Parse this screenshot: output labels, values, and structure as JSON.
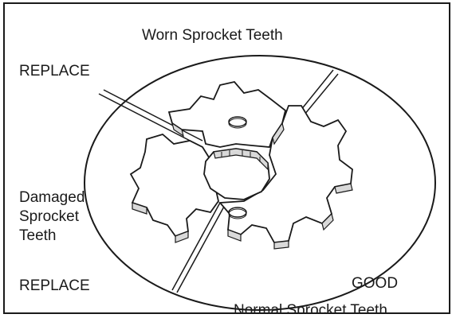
{
  "labels": {
    "worn_title": "Worn Sprocket Teeth",
    "replace_top": "REPLACE",
    "damaged_line1": "Damaged",
    "damaged_line2": "Sprocket",
    "damaged_line3": "Teeth",
    "replace_bottom": "REPLACE",
    "good": "GOOD",
    "normal_title": "Normal Sprocket Teeth"
  },
  "colors": {
    "ink": "#1a1a1a",
    "paper": "#ffffff",
    "side_shade": "#d9d9d9"
  }
}
